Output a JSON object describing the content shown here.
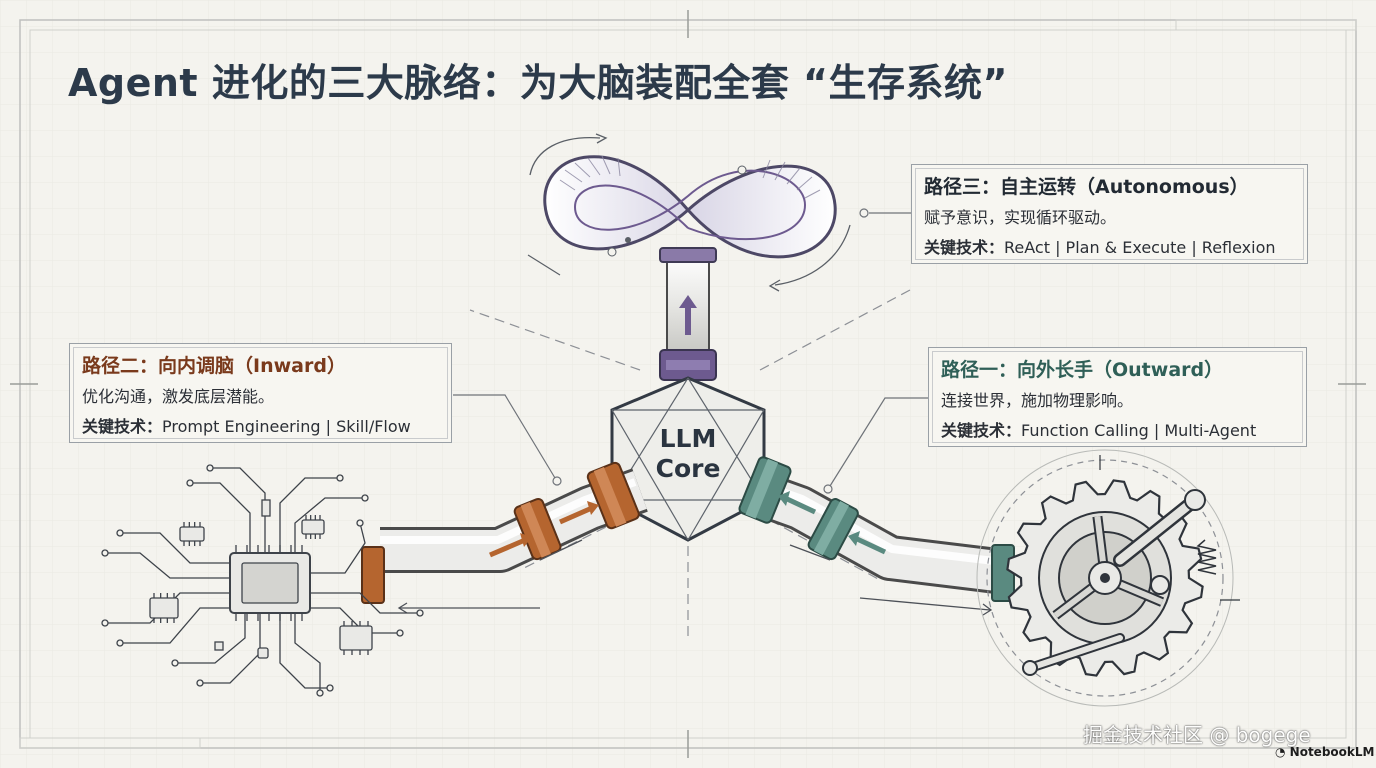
{
  "title": "Agent 进化的三大脉络：为大脑装配全套 “生存系统”",
  "core": {
    "line1": "LLM",
    "line2": "Core"
  },
  "paths": {
    "autonomous": {
      "title": "路径三：自主运转（Autonomous）",
      "desc": "赋予意识，实现循环驱动。",
      "tech_label": "关键技术：",
      "tech_items": "ReAct | Plan & Execute | Reflexion"
    },
    "inward": {
      "title": "路径二：向内调脑（Inward）",
      "desc": "优化沟通，激发底层潜能。",
      "tech_label": "关键技术：",
      "tech_items": "Prompt Engineering | Skill/Flow"
    },
    "outward": {
      "title": "路径一：向外长手（Outward）",
      "desc": "连接世界，施加物理影响。",
      "tech_label": "关键技术：",
      "tech_items": "Function Calling | Multi-Agent"
    }
  },
  "watermark": "掘金技术社区 @ bogege",
  "brand": "NotebookLM",
  "colors": {
    "background": "#f4f3ee",
    "inward_accent": "#b5652f",
    "outward_accent": "#5a8a80",
    "autonomous_accent": "#6d5a8f",
    "ink": "#2c3a4a"
  },
  "icons": [
    "infinity-loop-icon",
    "circuit-chip-icon",
    "gear-mechanism-icon",
    "llm-core-polyhedron-icon"
  ]
}
